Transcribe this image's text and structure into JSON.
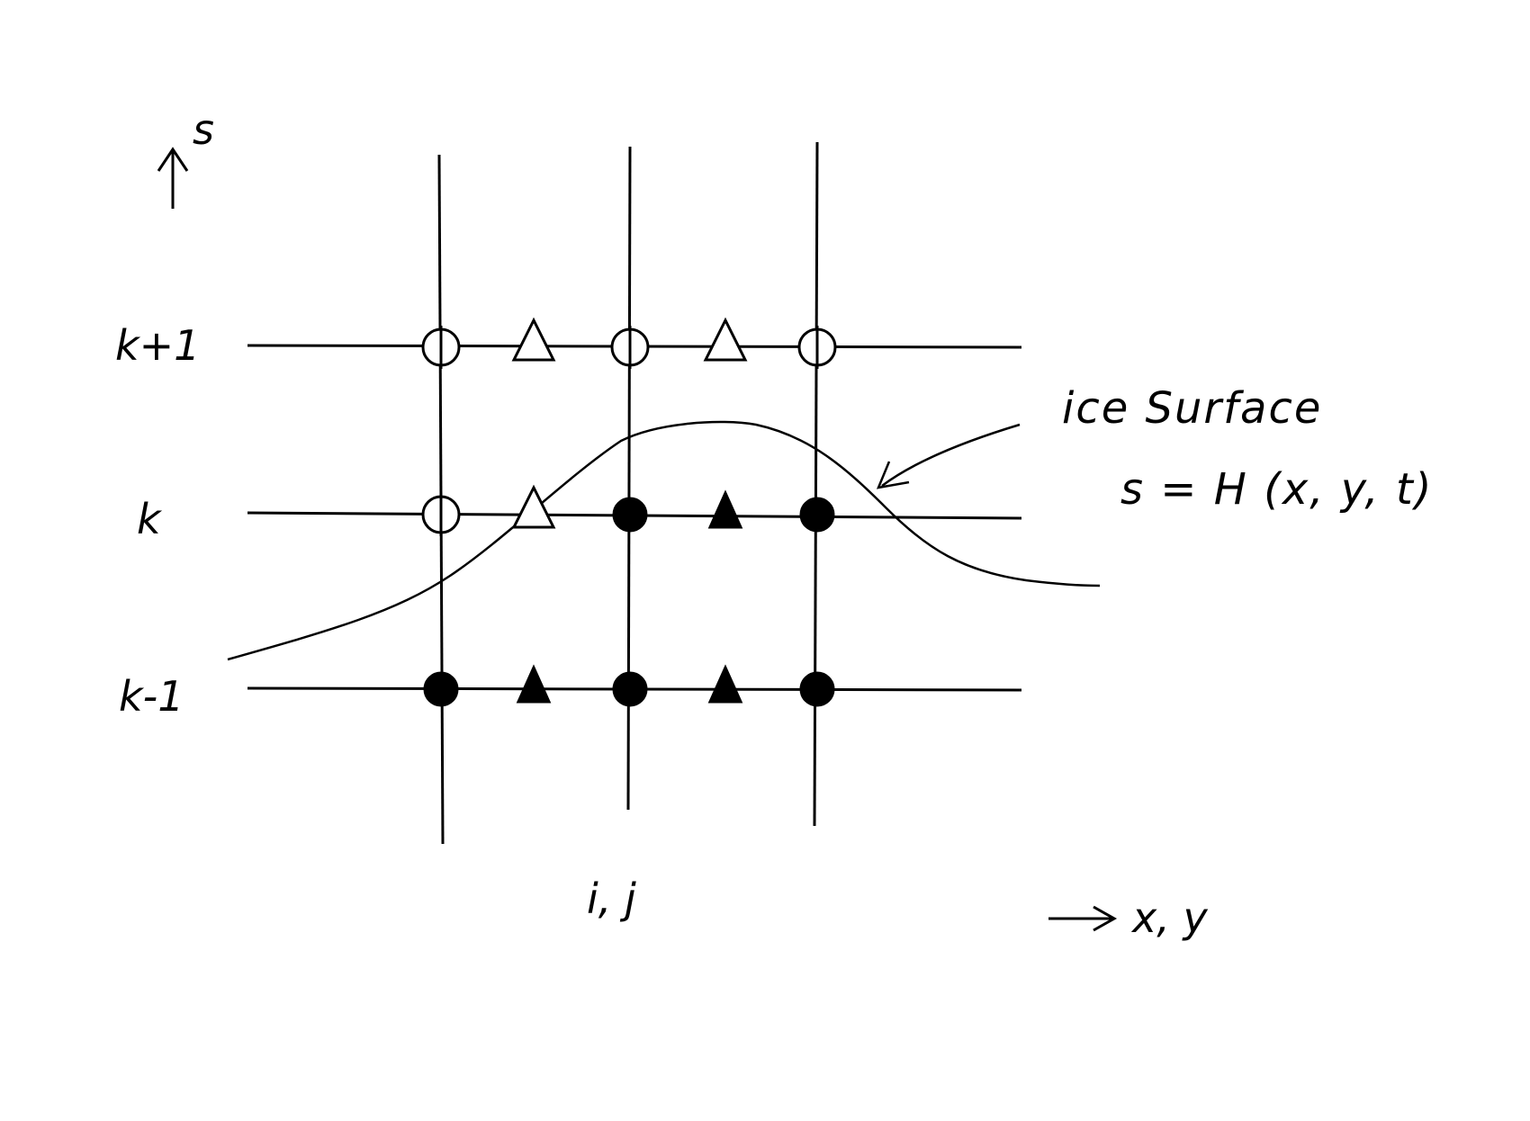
{
  "axes": {
    "vertical_label": "s",
    "horizontal_label": "x, y"
  },
  "levels": [
    {
      "id": "top",
      "label": "k+1"
    },
    {
      "id": "mid",
      "label": "k"
    },
    {
      "id": "bottom",
      "label": "k-1"
    }
  ],
  "column_label": "i, j",
  "annotation": {
    "line1": "ice Surface",
    "line2": "s = H (x, y, t)"
  },
  "markers": {
    "top": [
      "open-circle",
      "open-triangle",
      "open-circle",
      "open-triangle",
      "open-circle"
    ],
    "mid": [
      "open-circle",
      "open-triangle",
      "filled-circle",
      "filled-triangle",
      "filled-circle"
    ],
    "bottom": [
      "filled-circle",
      "filled-triangle",
      "filled-circle",
      "filled-triangle",
      "filled-circle"
    ]
  }
}
